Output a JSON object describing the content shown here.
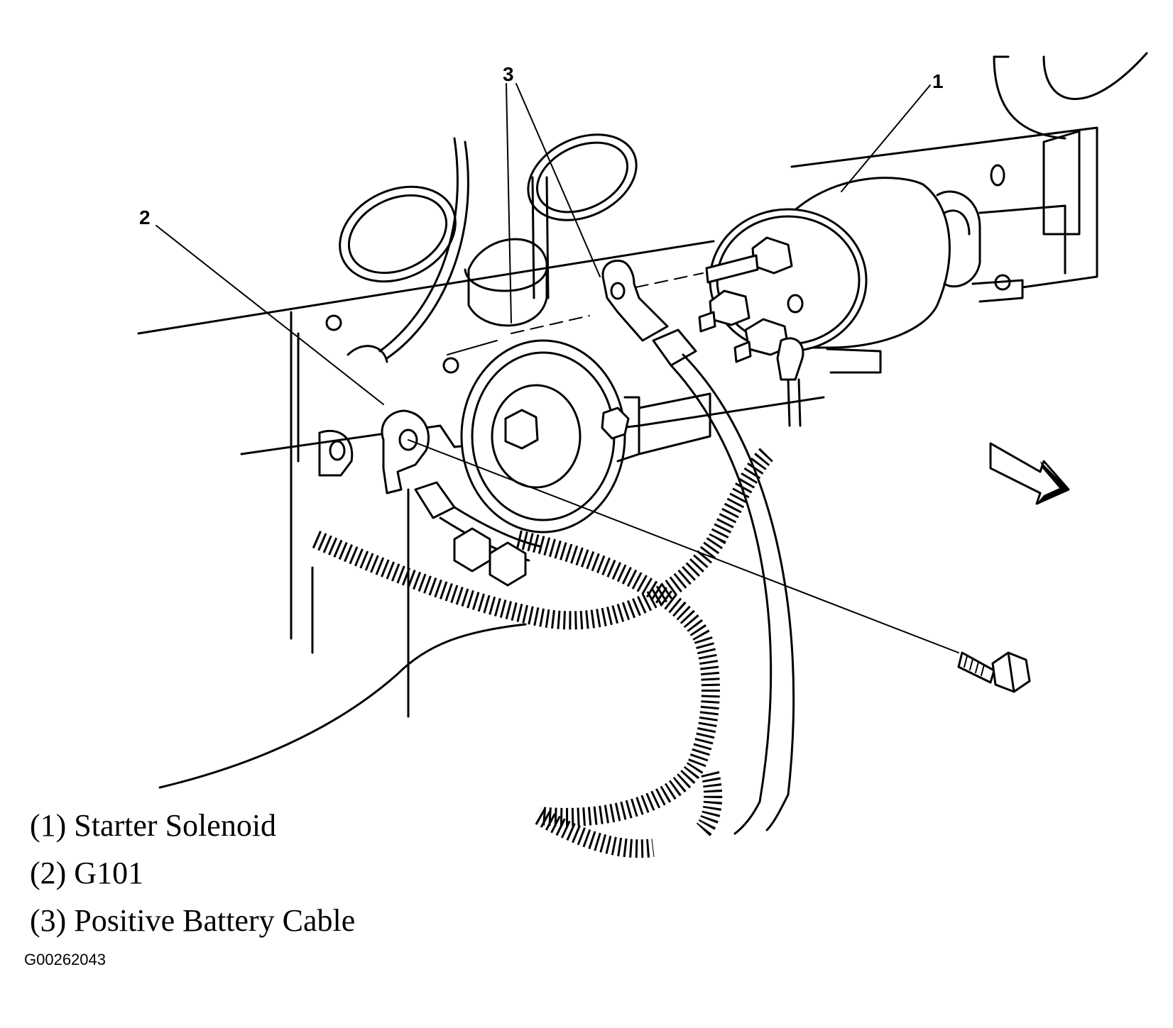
{
  "callouts": [
    "1",
    "2",
    "3"
  ],
  "legend": [
    {
      "text": "(1) Starter Solenoid"
    },
    {
      "text": "(2) G101"
    },
    {
      "text": "(3) Positive Battery Cable"
    }
  ],
  "figure_id": "G00262043"
}
